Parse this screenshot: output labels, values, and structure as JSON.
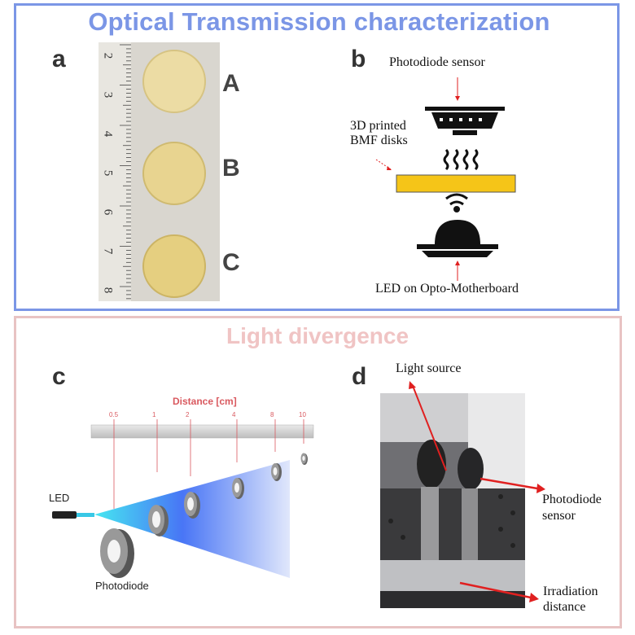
{
  "panels": {
    "top_title": "Optical Transmission characterization",
    "bottom_title": "Light divergence"
  },
  "panel_a": {
    "letter": "a",
    "ruler_ticks": [
      "2",
      "3",
      "4",
      "5",
      "6",
      "7",
      "8"
    ],
    "disk_labels": [
      "A",
      "B",
      "C"
    ]
  },
  "panel_b": {
    "letter": "b",
    "sensor_label": "Photodiode sensor",
    "disk_label_line1": "3D printed",
    "disk_label_line2": "BMF disks",
    "led_label": "LED on Opto-Motherboard"
  },
  "panel_c": {
    "letter": "c",
    "axis_title": "Distance [cm]",
    "distance_ticks": [
      "0.5",
      "1",
      "2",
      "4",
      "8",
      "10"
    ],
    "led_label": "LED",
    "photodiode_label": "Photodiode"
  },
  "panel_d": {
    "letter": "d",
    "light_source_label": "Light source",
    "photodiode_line1": "Photodiode",
    "photodiode_line2": "sensor",
    "irradiation_line1": "Irradiation",
    "irradiation_line2": "distance"
  },
  "colors": {
    "top_border": "#7b96e6",
    "bottom_border": "#e8c3c3",
    "disk_fill": "#f5d98a",
    "disk_plate": "#f5c518",
    "beam": "#4a78f0",
    "arrow_red": "#e02020"
  }
}
